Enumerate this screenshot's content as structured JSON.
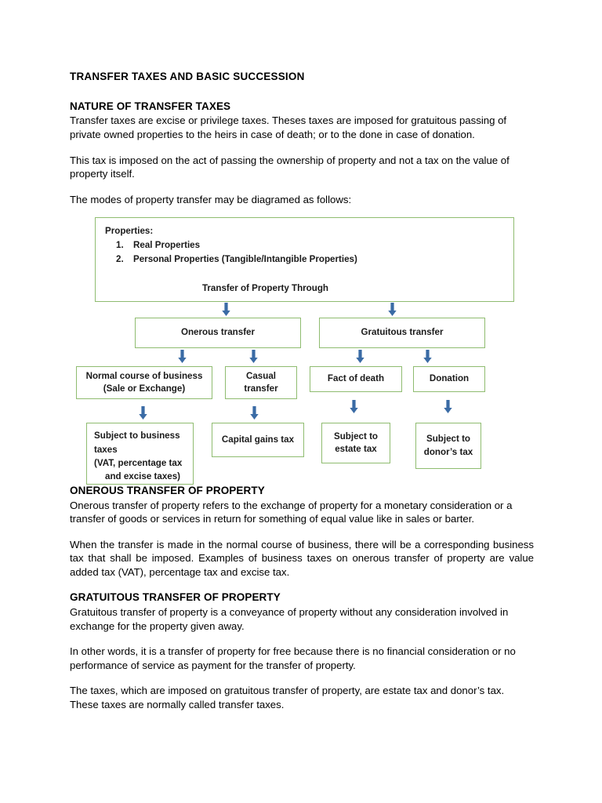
{
  "document": {
    "title": "TRANSFER TAXES AND BASIC SUCCESSION",
    "sections": [
      {
        "heading": "NATURE OF TRANSFER TAXES",
        "paragraphs": [
          "Transfer taxes are excise or privilege taxes. Theses taxes are imposed for gratuitous passing of private owned properties to the heirs in case of death; or to the done in case of donation.",
          "This tax is imposed on the act of passing the ownership of property and not a tax on the value of property itself.",
          "The modes of property transfer may be diagramed as follows:"
        ]
      },
      {
        "heading": "ONEROUS TRANSFER OF PROPERTY",
        "paragraphs": [
          "Onerous transfer of property refers to the exchange of property for a monetary consideration or a transfer of goods or services in return for something of equal value like in sales or barter.",
          "When the transfer is made in the normal course of business, there will be a corresponding business tax that shall be imposed. Examples of business taxes on onerous transfer of property are value added tax (VAT), percentage tax and excise tax."
        ]
      },
      {
        "heading": "GRATUITOUS TRANSFER OF PROPERTY",
        "paragraphs": [
          "Gratuitous transfer of property is a conveyance of property without any consideration involved in exchange for the property given away.",
          "In other words, it is a transfer of property for free because there is no financial consideration or no performance of service as payment for the transfer of property.",
          "The taxes, which are imposed on gratuitous transfer of property, are estate tax and donor’s tax. These taxes are normally called transfer taxes."
        ]
      }
    ]
  },
  "diagram": {
    "colors": {
      "box_border": "#8FBC70",
      "arrow": "#3A6BA5",
      "text": "#1a1a1a",
      "background": "#ffffff"
    },
    "properties_box": {
      "title": "Properties:",
      "items": [
        {
          "number": "1.",
          "label": "Real Properties"
        },
        {
          "number": "2.",
          "label": "Personal Properties (Tangible/Intangible Properties)"
        }
      ],
      "through_label": "Transfer of Property Through"
    },
    "level2": [
      {
        "label": "Onerous transfer"
      },
      {
        "label": "Gratuitous transfer"
      }
    ],
    "level3": [
      {
        "line1": "Normal course of business",
        "line2": "(Sale or Exchange)"
      },
      {
        "line1": "Casual",
        "line2": "transfer"
      },
      {
        "line1": "Fact of death",
        "line2": ""
      },
      {
        "line1": "Donation",
        "line2": ""
      }
    ],
    "level4": [
      {
        "line1": "Subject to business",
        "line2": "taxes",
        "line3": "(VAT, percentage tax",
        "line4": "and excise taxes)"
      },
      {
        "line1": "Capital gains tax",
        "line2": "",
        "line3": "",
        "line4": ""
      },
      {
        "line1": "Subject to",
        "line2": "estate tax",
        "line3": "",
        "line4": ""
      },
      {
        "line1": "Subject to",
        "line2": "donor’s tax",
        "line3": "",
        "line4": ""
      }
    ],
    "arrows": {
      "count": 10,
      "direction": "down"
    }
  }
}
